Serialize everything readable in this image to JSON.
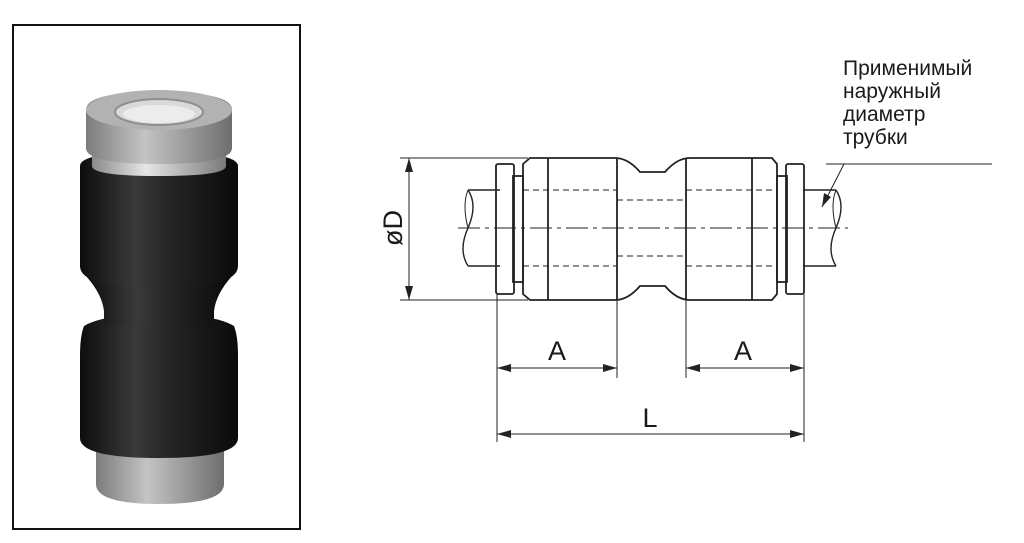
{
  "photo": {
    "fitting_body_color": "#1c1c1c",
    "collet_color": "#9a9a9a"
  },
  "drawing": {
    "labels": {
      "diameter": "øD",
      "socket_depth_left": "A",
      "socket_depth_right": "A",
      "overall_length": "L"
    },
    "callout": {
      "lines": [
        "Применимый",
        "наружный",
        "диаметр",
        "трубки"
      ]
    }
  }
}
